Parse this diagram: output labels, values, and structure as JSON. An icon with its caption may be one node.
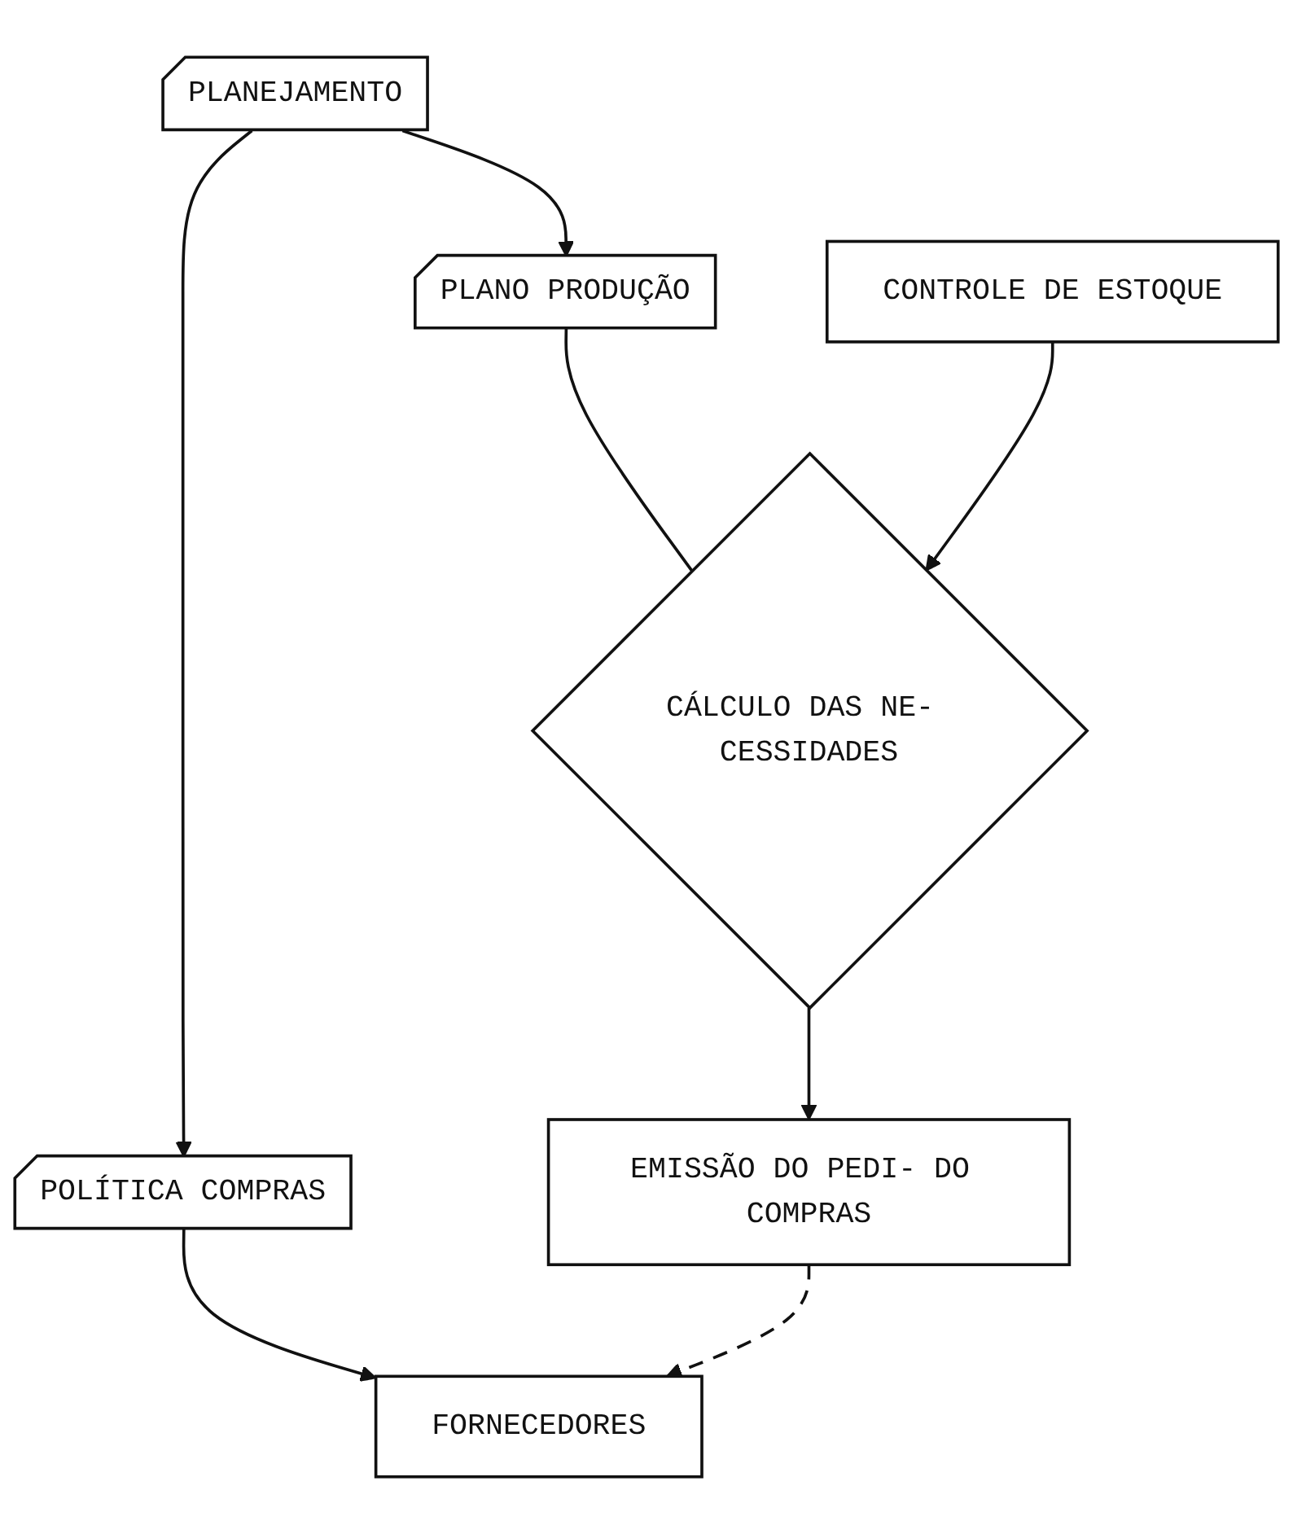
{
  "diagram": {
    "nodes": [
      {
        "text": [
          "PLANEJAMENTO"
        ]
      },
      {
        "text": [
          "POLÍTICA COMPRAS"
        ]
      },
      {
        "text": [
          "FORNECEDORES"
        ]
      },
      {
        "text": [
          "PLANO PRODUÇÃO"
        ]
      },
      {
        "text": [
          "CÁLCULO DAS NE- CESSIDADES"
        ]
      },
      {
        "text": [
          "EMISSÃO DO PEDI- DO COMPRAS"
        ]
      },
      {
        "text": [
          "CONTROLE DE ESTOQUE"
        ]
      }
    ],
    "edges": [
      {
        "from": 0,
        "to": 1,
        "arrow": "to"
      },
      {
        "from": 1,
        "to": 2,
        "arrow": "to"
      },
      {
        "from": 0,
        "to": 3,
        "arrow": "to"
      },
      {
        "from": 3,
        "to": 4,
        "arrow": "none"
      },
      {
        "from": 6,
        "to": 4,
        "arrow": "to"
      },
      {
        "from": 4,
        "to": 5,
        "arrow": "to"
      },
      {
        "from": 5,
        "to": 2,
        "arrow": "to",
        "style": "dashed"
      }
    ]
  }
}
